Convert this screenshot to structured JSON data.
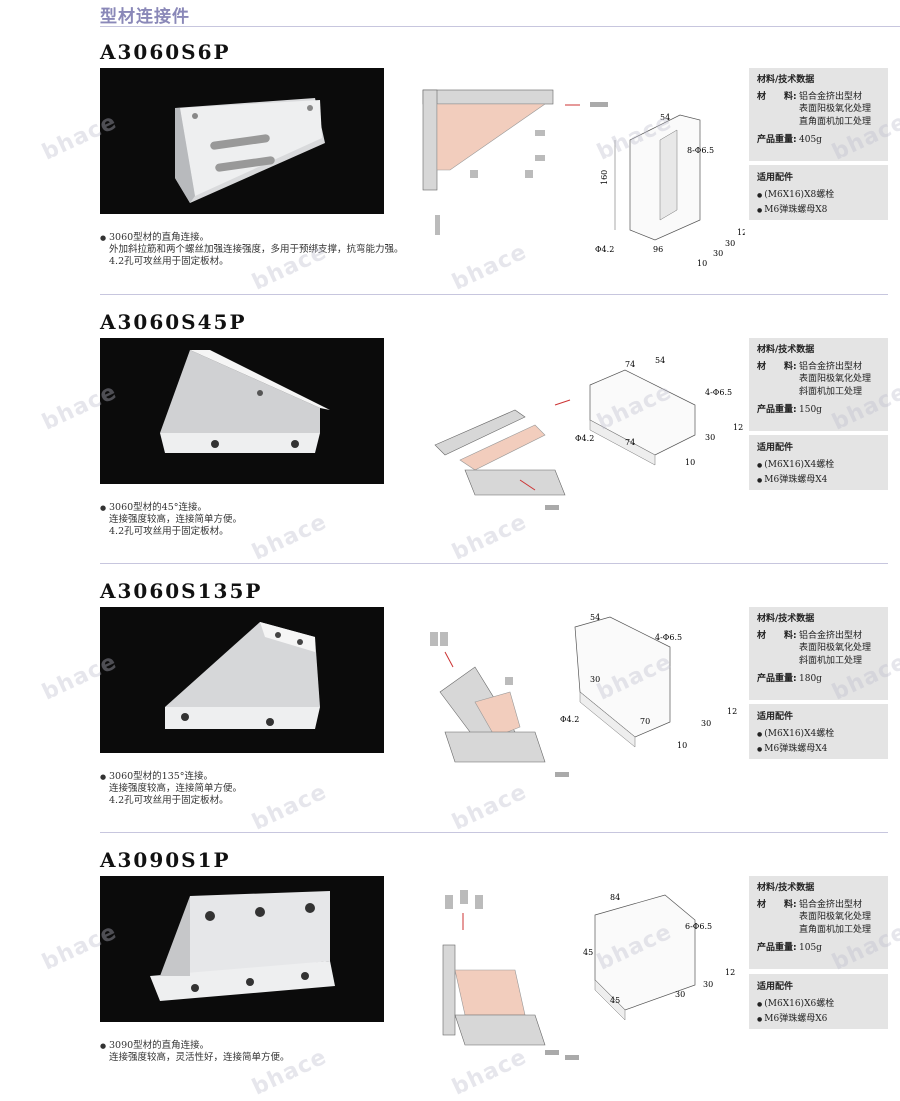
{
  "header": {
    "title": "型材连接件"
  },
  "watermark": "bhace",
  "sections": [
    {
      "model": "A3060S6P",
      "desc": [
        "3060型材的直角连接。",
        "外加斜拉筋和两个螺丝加强连接强度，多用于预绑支撑，抗弯能力强。",
        "4.2孔可攻丝用于固定板材。"
      ],
      "spec_title": "材料/技术数据",
      "material_label": "材　　料:",
      "material": [
        "铝合金挤出型材",
        "表面阳极氧化处理",
        "直角面机加工处理"
      ],
      "weight_label": "产品重量:",
      "weight": "405g",
      "acc_title": "适用配件",
      "acc": [
        "(M6X16)X8螺栓",
        "M6弹珠螺母X8"
      ],
      "dims": [
        "54",
        "8-Φ6.5",
        "160",
        "Φ4.2",
        "96",
        "30",
        "30",
        "12",
        "10"
      ]
    },
    {
      "model": "A3060S45P",
      "desc": [
        "3060型材的45°连接。",
        "连接强度较高，连接简单方便。",
        "4.2孔可攻丝用于固定板材。"
      ],
      "spec_title": "材料/技术数据",
      "material_label": "材　　料:",
      "material": [
        "铝合金挤出型材",
        "表面阳极氧化处理",
        "斜面机加工处理"
      ],
      "weight_label": "产品重量:",
      "weight": "150g",
      "acc_title": "适用配件",
      "acc": [
        "(M6X16)X4螺栓",
        "M6弹珠螺母X4"
      ],
      "dims": [
        "74",
        "54",
        "4-Φ6.5",
        "Φ4.2",
        "74",
        "30",
        "12",
        "10"
      ]
    },
    {
      "model": "A3060S135P",
      "desc": [
        "3060型材的135°连接。",
        "连接强度较高，连接简单方便。",
        "4.2孔可攻丝用于固定板材。"
      ],
      "spec_title": "材料/技术数据",
      "material_label": "材　　料:",
      "material": [
        "铝合金挤出型材",
        "表面阳极氧化处理",
        "斜面机加工处理"
      ],
      "weight_label": "产品重量:",
      "weight": "180g",
      "acc_title": "适用配件",
      "acc": [
        "(M6X16)X4螺栓",
        "M6弹珠螺母X4"
      ],
      "dims": [
        "54",
        "4-Φ6.5",
        "30",
        "Φ4.2",
        "70",
        "30",
        "12",
        "10"
      ]
    },
    {
      "model": "A3090S1P",
      "desc": [
        "3090型材的直角连接。",
        "连接强度较高，灵活性好，连接简单方便。"
      ],
      "spec_title": "材料/技术数据",
      "material_label": "材　　料:",
      "material": [
        "铝合金挤出型材",
        "表面阳极氧化处理",
        "直角面机加工处理"
      ],
      "weight_label": "产品重量:",
      "weight": "105g",
      "acc_title": "适用配件",
      "acc": [
        "(M6X16)X6螺栓",
        "M6弹珠螺母X6"
      ],
      "dims": [
        "84",
        "6-Φ6.5",
        "45",
        "45",
        "30",
        "30",
        "12"
      ]
    }
  ]
}
